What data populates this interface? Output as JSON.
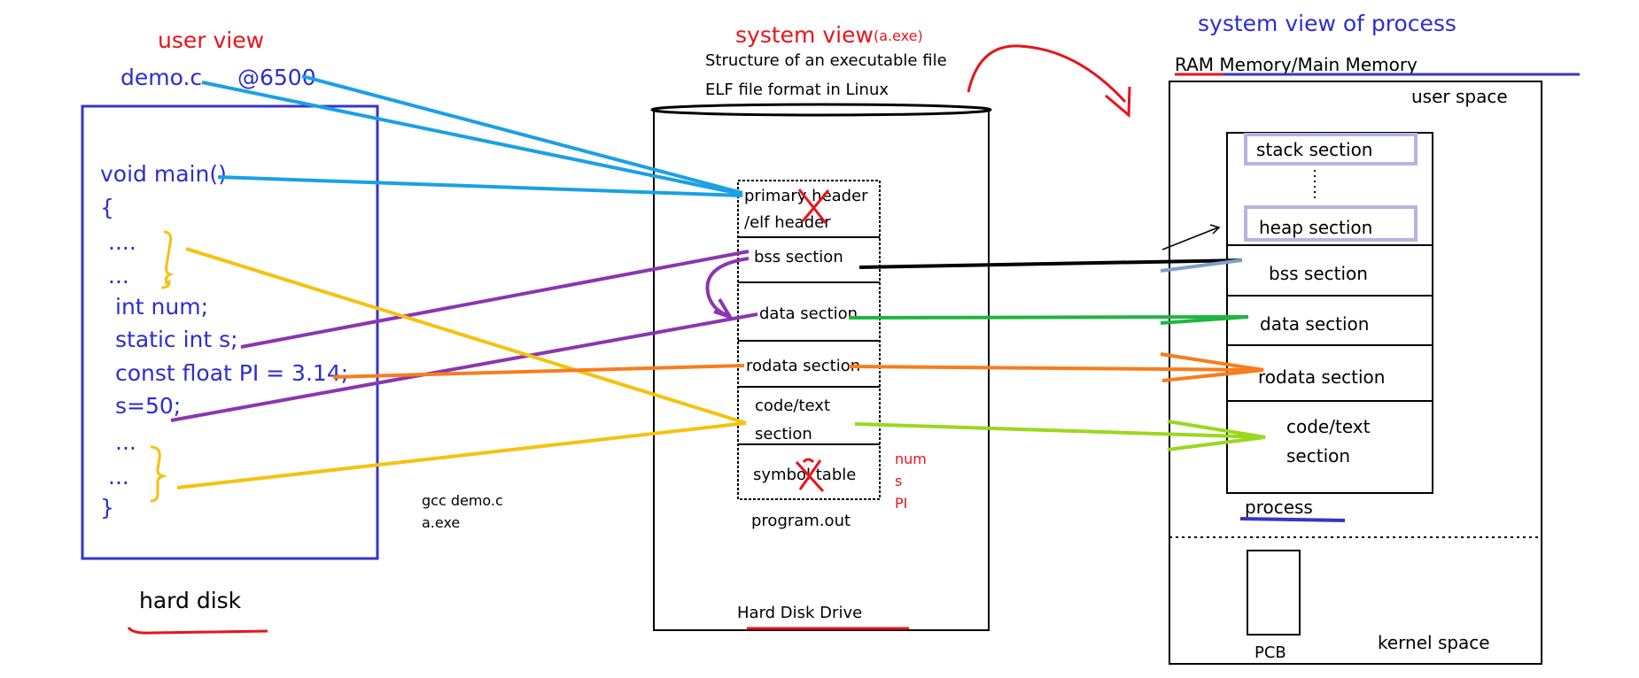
{
  "user_view": {
    "heading": "user view",
    "filename": "demo.c",
    "address": "@6500",
    "storage_label": "hard disk",
    "code_lines": [
      "void main()",
      "{",
      "....",
      "...",
      "int num;",
      "static int s;",
      "const float PI = 3.14;",
      "s=50;",
      "...",
      "...",
      "}"
    ]
  },
  "compile_note": [
    "gcc demo.c",
    "a.exe"
  ],
  "system_view": {
    "heading": "system view",
    "heading_note": "(a.exe)",
    "subtitle_1": "Structure of an executable file",
    "subtitle_2": "ELF file format in Linux",
    "sections": [
      [
        "primary header",
        "/elf header"
      ],
      [
        "bss section"
      ],
      [
        "data section"
      ],
      [
        "rodata section"
      ],
      [
        "code/text",
        "section"
      ],
      [
        "symbol table"
      ]
    ],
    "symbol_notes": [
      "num",
      "s",
      "PI"
    ],
    "file_label": "program.out",
    "drive_label": "Hard Disk Drive"
  },
  "process_view": {
    "heading": "system view of process",
    "memory_label": "RAM Memory/Main Memory",
    "user_space_label": "user space",
    "stack_label": "stack section",
    "heap_label": "heap section",
    "sections": [
      "bss section",
      "data section",
      "rodata section",
      [
        "code/text",
        "section"
      ]
    ],
    "process_label": "process",
    "pcb_label": "PCB",
    "kernel_space_label": "kernel space"
  },
  "colors": {
    "red": "#e8141b",
    "blue_text": "#2c2ecf",
    "box_blue": "#3535c8",
    "cyan": "#1aa0e6",
    "purple": "#8b36b0",
    "orange": "#f77d1c",
    "yellow": "#f5c20e",
    "green": "#1fb541",
    "lime": "#9ad81d",
    "black": "#000000",
    "lavender": "#b4b4e4"
  }
}
